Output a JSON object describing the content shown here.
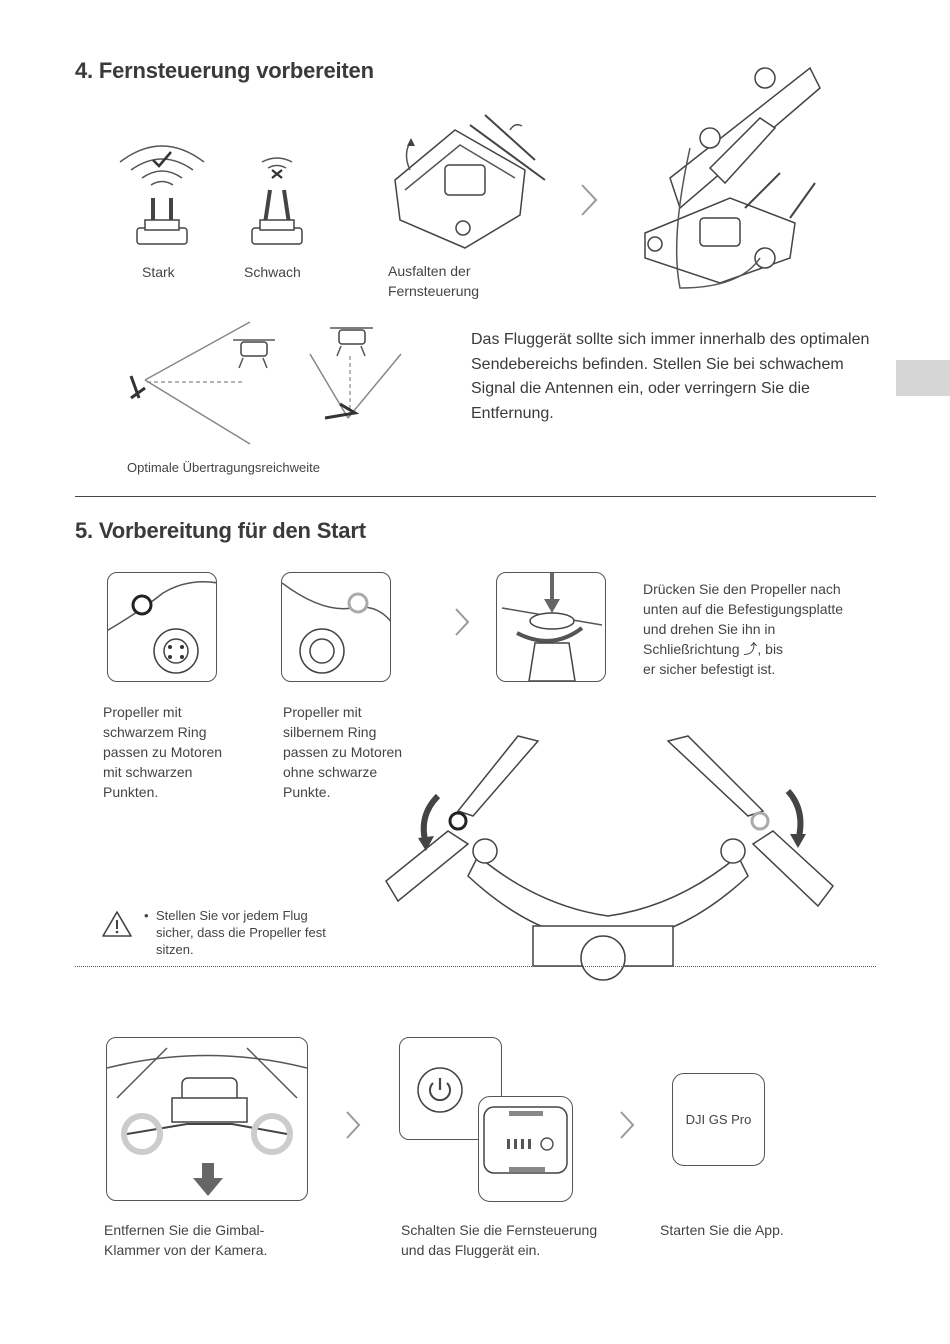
{
  "section4": {
    "title": "4. Fernsteuerung vorbereiten",
    "label_strong": "Stark",
    "label_weak": "Schwach",
    "label_unfold": "Ausfalten der\nFernsteuerung",
    "label_range": "Optimale Übertragungsreichweite",
    "paragraph": "Das Fluggerät sollte sich immer innerhalb des optimalen Sendebereichs befinden. Stellen Sie bei schwachem Signal die Antennen ein, oder verringern Sie die Entfernung."
  },
  "section5": {
    "title": "5. Vorbereitung für den Start",
    "press_text": "Drücken Sie den Propeller nach\nunten auf die Befestigungsplatte\nund drehen Sie ihn in\nSchließrichtung ⤴, bis\ner sicher befestigt ist.",
    "black_ring_text": "Propeller mit\nschwarzem Ring\npassen zu Motoren\nmit schwarzen\nPunkten.",
    "silver_ring_text": "Propeller mit\nsilbernem Ring\npassen zu Motoren\nohne schwarze\nPunkte.",
    "warning_bullet": "•",
    "warning_text": "Stellen Sie vor jedem Flug\nsicher, dass die Propeller fest\nsitzen.",
    "gimbal_text": "Entfernen Sie die Gimbal-\nKlammer von der Kamera.",
    "power_text": "Schalten Sie die Fernsteuerung\nund das Fluggerät ein.",
    "app_text": "Starten Sie die App.",
    "app_tile_label": "DJI GS Pro"
  },
  "icons": {
    "check": "check-icon",
    "cross": "cross-icon",
    "warning": "warning-triangle-icon",
    "chevron": "chevron-right-icon",
    "power": "power-icon",
    "arrow_down": "arrow-down-icon"
  },
  "colors": {
    "text": "#3a3a3a",
    "line": "#555555",
    "side_tab": "#d6d6d6"
  }
}
